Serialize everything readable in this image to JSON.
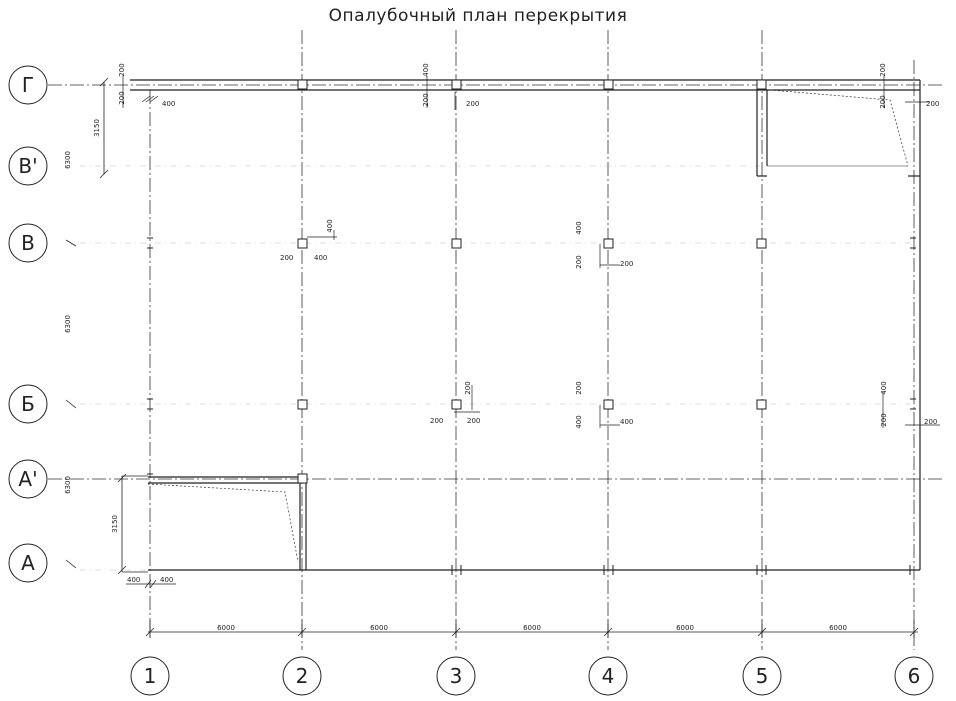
{
  "title": "Опалубочный план перекрытия",
  "axes": {
    "vertical": [
      "1",
      "2",
      "3",
      "4",
      "5",
      "6"
    ],
    "horizontal": [
      "Г",
      "В'",
      "В",
      "Б",
      "А'",
      "А"
    ]
  },
  "dimensions": {
    "bottom": [
      "6000",
      "6000",
      "6000",
      "6000",
      "6000"
    ],
    "left": [
      "6300",
      "6300",
      "6300"
    ],
    "left_sub": [
      "3150",
      "3150"
    ],
    "small": [
      "200",
      "400",
      "200",
      "400",
      "200",
      "200",
      "200",
      "200",
      "200",
      "400",
      "200",
      "400",
      "400",
      "200",
      "200",
      "200",
      "200",
      "200",
      "200",
      "400",
      "400",
      "400",
      "200",
      "200",
      "400",
      "400"
    ]
  },
  "colors": {
    "line": "#222222",
    "thin": "#555555",
    "background": "#ffffff"
  }
}
